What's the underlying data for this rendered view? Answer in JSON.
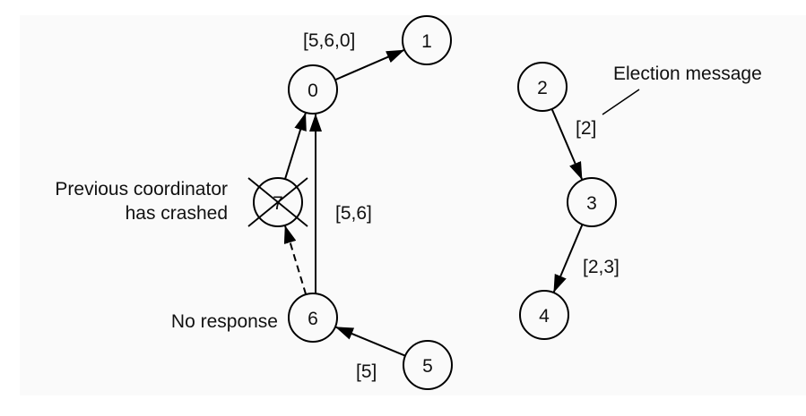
{
  "title": "Election algorithm using a ring",
  "nodes": [
    {
      "id": "0",
      "label": "0",
      "crashed": false
    },
    {
      "id": "1",
      "label": "1",
      "crashed": false
    },
    {
      "id": "2",
      "label": "2",
      "crashed": false
    },
    {
      "id": "3",
      "label": "3",
      "crashed": false
    },
    {
      "id": "4",
      "label": "4",
      "crashed": false
    },
    {
      "id": "5",
      "label": "5",
      "crashed": false
    },
    {
      "id": "6",
      "label": "6",
      "crashed": false
    },
    {
      "id": "7",
      "label": "7",
      "crashed": true
    }
  ],
  "edges": [
    {
      "from": "0",
      "to": "1",
      "label": "[5,6,0]",
      "style": "solid"
    },
    {
      "from": "7",
      "to": "0",
      "label": "",
      "style": "solid"
    },
    {
      "from": "6",
      "to": "0",
      "label": "[5,6]",
      "style": "solid"
    },
    {
      "from": "6",
      "to": "7",
      "label": "",
      "style": "dashed"
    },
    {
      "from": "5",
      "to": "6",
      "label": "[5]",
      "style": "solid"
    },
    {
      "from": "2",
      "to": "3",
      "label": "[2]",
      "style": "solid"
    },
    {
      "from": "3",
      "to": "4",
      "label": "[2,3]",
      "style": "solid"
    }
  ],
  "annotations": {
    "crashed_line1": "Previous coordinator",
    "crashed_line2": "has crashed",
    "no_response": "No response",
    "election_message": "Election message"
  }
}
